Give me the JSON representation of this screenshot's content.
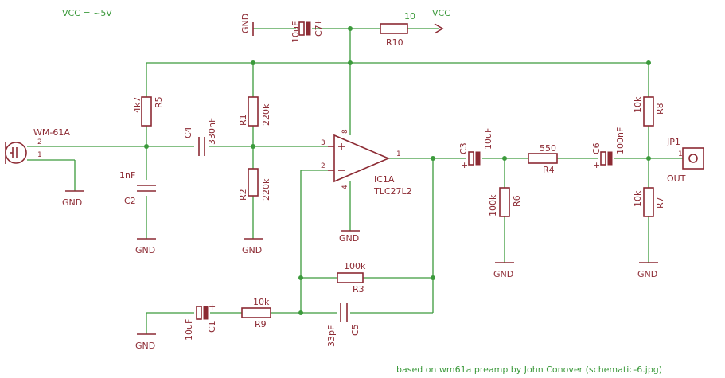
{
  "labels": {
    "vcc_note": "VCC = ~5V",
    "vcc": "VCC",
    "r10_value": "10",
    "r10": "R10",
    "credit": "based on wm61a preamp by John Conover (schematic-6.jpg)",
    "mic": "WM-61A",
    "gnd": "GND",
    "pin1": "1",
    "pin2": "2",
    "pin3": "3",
    "pin4": "4",
    "pin8": "8",
    "plus": "+",
    "r5_value": "4k7",
    "r5": "R5",
    "c2_value": "1nF",
    "c2": "C2",
    "c4": "C4",
    "c4_value": "330nF",
    "r1": "R1",
    "r1_value": "220k",
    "r2": "R2",
    "r2_value": "220k",
    "c7": "C7",
    "c7_value": "10uF",
    "ic": "IC1A",
    "ic_part": "TLC27L2",
    "c3": "C3",
    "c3_value": "10uF",
    "r4_value": "550",
    "r4": "R4",
    "c6": "C6",
    "c6_value": "100nF",
    "r6_value": "100k",
    "r6": "R6",
    "r8_value": "10k",
    "r8": "R8",
    "r7_value": "10k",
    "r7": "R7",
    "jp1": "JP1",
    "out": "OUT",
    "r3_value": "100k",
    "r3": "R3",
    "r9_value": "10k",
    "r9": "R9",
    "c1_value": "10uF",
    "c1": "C1",
    "c5_value": "33pF",
    "c5": "C5"
  },
  "colors": {
    "wire": "#3c9a3c",
    "component": "#8c2a33",
    "background": "#ffffff"
  }
}
